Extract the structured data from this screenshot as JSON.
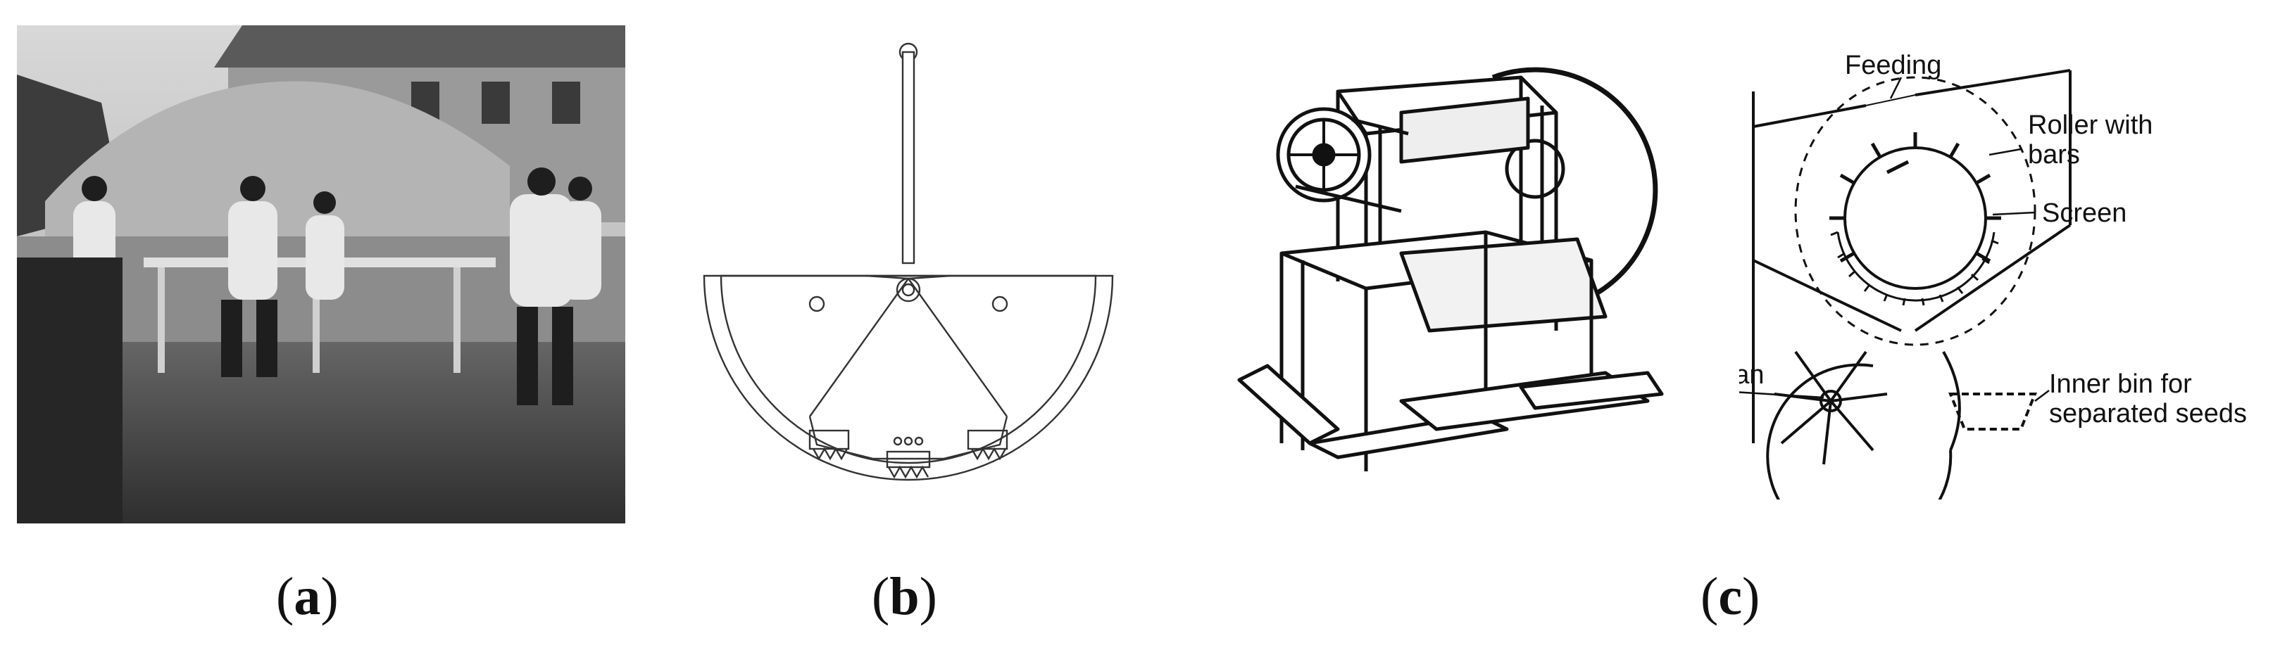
{
  "captions": {
    "a": {
      "open": "(",
      "letter": "a",
      "close": ")"
    },
    "b": {
      "open": "(",
      "letter": "b",
      "close": ")"
    },
    "c": {
      "open": "(",
      "letter": "c",
      "close": ")"
    }
  },
  "schematic_labels": {
    "feeding": "Feeding",
    "roller_line1": "Roller with",
    "roller_line2": "bars",
    "screen": "Screen",
    "fan": "Fan",
    "bin_line1": "Inner bin for",
    "bin_line2": "separated seeds"
  },
  "colors": {
    "ink": "#111111",
    "photo_dark": "#2a2a2a",
    "photo_mid": "#7a7a7a",
    "photo_light": "#c8c8c8"
  }
}
